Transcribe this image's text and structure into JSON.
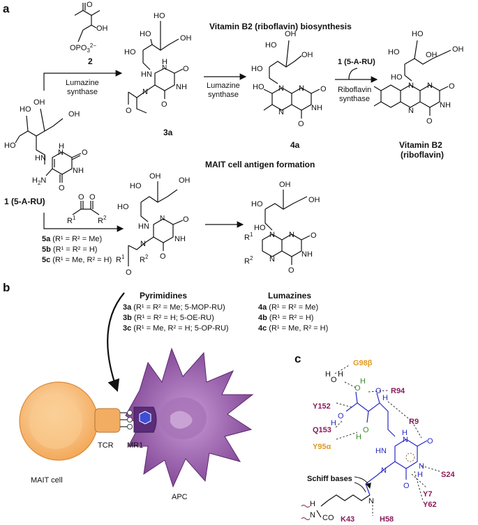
{
  "panels": {
    "a": "a",
    "b": "b",
    "c": "c"
  },
  "panel_a": {
    "reagent2_label": "2",
    "reagent2_substituent_pre": "OPO",
    "reagent2_substituent_sub": "3",
    "reagent2_substituent_sup": "2−",
    "lumazine_synthase_1": "Lumazine",
    "lumazine_synthase_2": "synthase",
    "step2_line1": "Lumazine",
    "step2_line2": "synthase",
    "step3_reagent": "1 (5-A-RU)",
    "step3_line1": "Riboflavin",
    "step3_line2": "synthase",
    "section_title_1": "Vitamin B2 (riboflavin) biosynthesis",
    "section_title_2": "MAIT cell antigen formation",
    "compound_3a": "3a",
    "compound_4a": "4a",
    "product_name_1": "Vitamin B2",
    "product_name_2": "(riboflavin)",
    "starting_material": "1 (5-A-RU)",
    "atoms": {
      "HO": "HO",
      "OH": "OH",
      "HN": "HN",
      "N": "N",
      "H": "H",
      "O": "O",
      "NH": "NH",
      "H2N_main": "H",
      "H2N_sub": "2",
      "H2N_tail": "N",
      "R1": "R",
      "R1_sup": "1",
      "R2": "R",
      "R2_sup": "2"
    },
    "dicarbonyls": [
      {
        "id": "5a",
        "sub": " (R¹ = R² = Me)"
      },
      {
        "id": "5b",
        "sub": " (R¹ = R² = H)"
      },
      {
        "id": "5c",
        "sub": " (R¹ = Me, R² = H)"
      }
    ],
    "pyrimidines_title": "Pyrimidines",
    "pyrimidines": [
      {
        "id": "3a",
        "sub": " (R¹ = R² = Me; 5-MOP-RU)"
      },
      {
        "id": "3b",
        "sub": " (R¹ = R² = H; 5-OE-RU)"
      },
      {
        "id": "3c",
        "sub": " (R¹ = Me, R² = H; 5-OP-RU)"
      }
    ],
    "lumazines_title": "Lumazines",
    "lumazines": [
      {
        "id": "4a",
        "sub": " (R¹ = R² = Me)"
      },
      {
        "id": "4b",
        "sub": " (R¹ = R² = H)"
      },
      {
        "id": "4c",
        "sub": " (R¹ = Me, R² = H)"
      }
    ]
  },
  "panel_b": {
    "mait_cell": "MAIT cell",
    "tcr": "TCR",
    "mr1": "MR1",
    "apc": "APC"
  },
  "panel_c": {
    "residues": {
      "G98": "G98β",
      "R94": "R94",
      "Y152": "Y152",
      "R9": "R9",
      "Q153": "Q153",
      "Y95": "Y95α",
      "S24": "S24",
      "Y7": "Y7",
      "Y62": "Y62",
      "H58": "H58",
      "K43": "K43"
    },
    "schiff_bases": "Schiff bases",
    "atoms": {
      "H": "H",
      "O": "O",
      "N": "N",
      "HN": "HN",
      "CO": "CO"
    }
  },
  "colors": {
    "blue": "#2a2ac4",
    "green": "#3c8a2e",
    "orange": "#e19a24",
    "maroon": "#8a1c5b",
    "cell_orange": "#f6b26b",
    "apc_purple": "#7a3d8f"
  }
}
